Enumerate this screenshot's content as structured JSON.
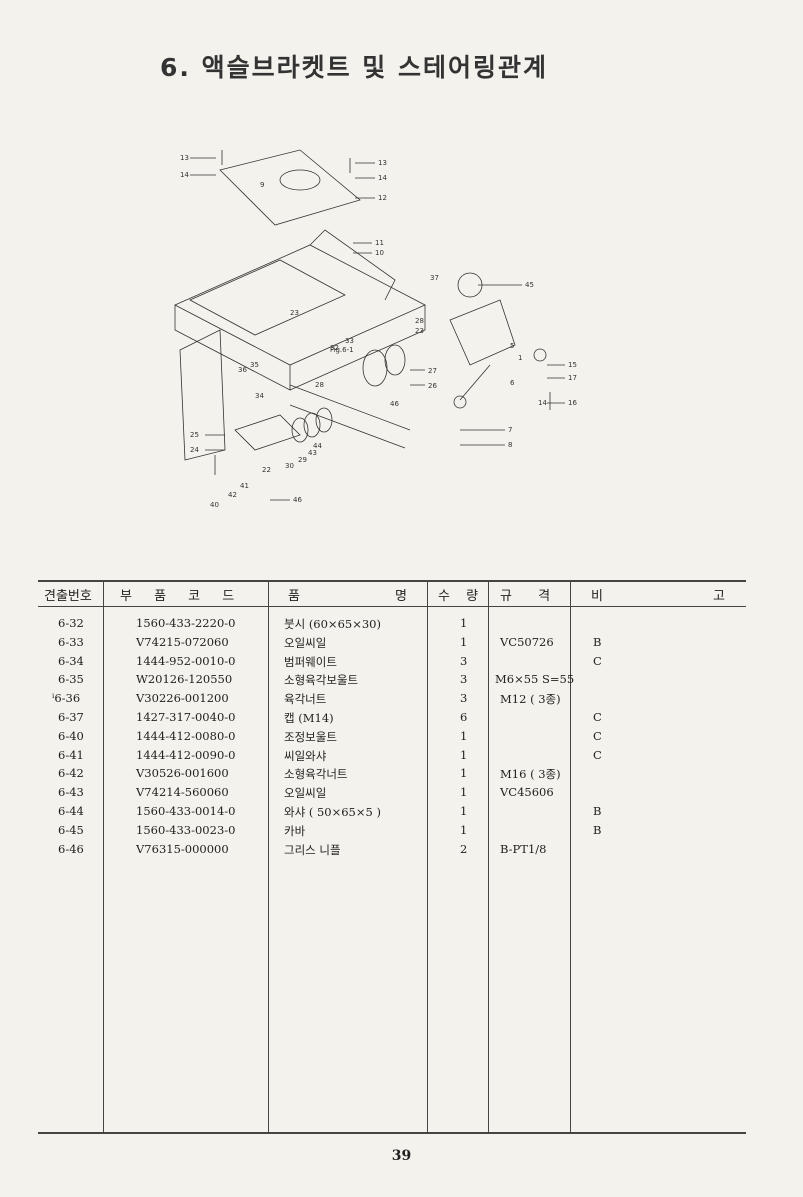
{
  "title": "6. 액슬브라켓트 및 스테어링관계",
  "diagram": {
    "callouts": [
      "13",
      "14",
      "9",
      "13",
      "14",
      "12",
      "11",
      "10",
      "37",
      "45",
      "28",
      "23",
      "23",
      "32",
      "33",
      "5",
      "15",
      "17",
      "16",
      "27",
      "26",
      "36",
      "35",
      "34",
      "28",
      "46",
      "1",
      "6",
      "14",
      "7",
      "8",
      "25",
      "24",
      "22",
      "29",
      "44",
      "43",
      "30",
      "42",
      "41",
      "40",
      "46"
    ],
    "small_text": "Fig.6-1"
  },
  "table": {
    "headers": {
      "ref": "견출번호",
      "code": "부 품 코 드",
      "name_left": "품",
      "name_right": "명",
      "qty": "수 량",
      "spec": "규 격",
      "remark_left": "비",
      "remark_right": "고"
    },
    "rows": [
      {
        "ref": "6-32",
        "code": "1560-433-2220-0",
        "name": "붓시 (60×65×30)",
        "qty": "1",
        "spec": "",
        "remark": ""
      },
      {
        "ref": "6-33",
        "code": "V74215-072060",
        "name": "오일씨일",
        "qty": "1",
        "spec": "VC50726",
        "remark": "B"
      },
      {
        "ref": "6-34",
        "code": "1444-952-0010-0",
        "name": "범퍼웨이트",
        "qty": "3",
        "spec": "",
        "remark": "C"
      },
      {
        "ref": "6-35",
        "code": "W20126-120550",
        "name": "소형육각보울트",
        "qty": "3",
        "spec": "M6×55 S=55",
        "remark": ""
      },
      {
        "ref": "ⁱ6-36",
        "code": "V30226-001200",
        "name": "육각너트",
        "qty": "3",
        "spec": "M12 ( 3종)",
        "remark": ""
      },
      {
        "ref": "6-37",
        "code": "1427-317-0040-0",
        "name": "캡 (M14)",
        "qty": "6",
        "spec": "",
        "remark": "C"
      },
      {
        "ref": "6-40",
        "code": "1444-412-0080-0",
        "name": "조정보울트",
        "qty": "1",
        "spec": "",
        "remark": "C"
      },
      {
        "ref": "6-41",
        "code": "1444-412-0090-0",
        "name": "씨일와샤",
        "qty": "1",
        "spec": "",
        "remark": "C"
      },
      {
        "ref": "6-42",
        "code": "V30526-001600",
        "name": "소형육각너트",
        "qty": "1",
        "spec": "M16 ( 3종)",
        "remark": ""
      },
      {
        "ref": "6-43",
        "code": "V74214-560060",
        "name": "오일씨일",
        "qty": "1",
        "spec": "VC45606",
        "remark": ""
      },
      {
        "ref": "6-44",
        "code": "1560-433-0014-0",
        "name": "와샤 ( 50×65×5 )",
        "qty": "1",
        "spec": "",
        "remark": "B"
      },
      {
        "ref": "6-45",
        "code": "1560-433-0023-0",
        "name": "카바",
        "qty": "1",
        "spec": "",
        "remark": "B"
      },
      {
        "ref": "6-46",
        "code": "V76315-000000",
        "name": "그리스 니플",
        "qty": "2",
        "spec": "B-PT1/8",
        "remark": ""
      }
    ]
  },
  "page_number": "39"
}
